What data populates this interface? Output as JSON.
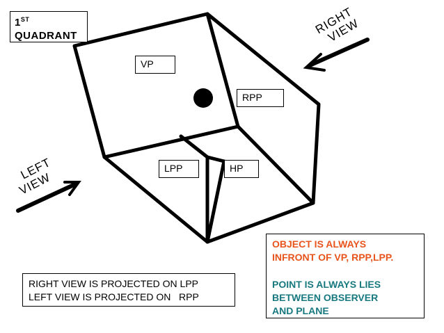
{
  "quadrant_box": {
    "line1": "1",
    "sup": "ST",
    "line2": "QUADRANT"
  },
  "planes": {
    "vp": "VP",
    "rpp": "RPP",
    "lpp": "LPP",
    "hp": "HP"
  },
  "right_view": {
    "line1": "RIGHT",
    "line2": "VIEW"
  },
  "left_view": {
    "line1": "LEFT",
    "line2": "VIEW"
  },
  "projection_note": {
    "line1": "RIGHT VIEW IS PROJECTED ON LPP",
    "line2": "LEFT VIEW IS PROJECTED ON   RPP"
  },
  "object_note": {
    "line1": "OBJECT IS ALWAYS",
    "line2": "INFRONT OF VP, RPP,LPP.",
    "line3": "POINT IS ALWAYS LIES",
    "line4": "BETWEEN OBSERVER",
    "line5": "AND PLANE"
  },
  "colors": {
    "orange": "#e8541c",
    "teal": "#17797f",
    "line": "#000000"
  },
  "icons": {
    "point": "black-dot",
    "right_arrow": "arrow-down-left",
    "left_arrow": "arrow-up-right"
  }
}
